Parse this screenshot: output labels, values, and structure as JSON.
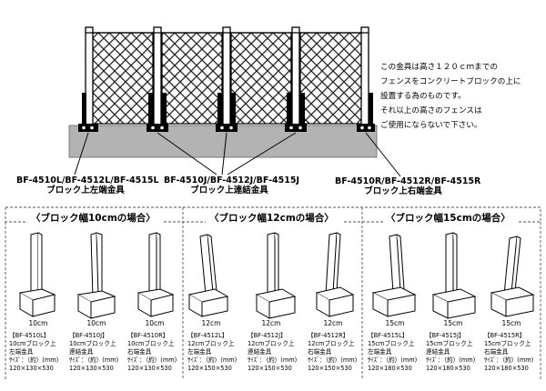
{
  "note_lines": [
    "この金具は高さ１２０ｃｍまでの",
    "フェンスをコンクリートブロックの上に",
    "設置する為のものです。",
    "それ以上の高さのフェンスは",
    "ご使用にならないで下さい。"
  ],
  "fence_labels": {
    "left": {
      "line1": "BF-4510L/BF-4512L/BF-4515L",
      "line2": "ブロック上左端金具"
    },
    "center": {
      "line1": "BF-4510J/BF-4512J/BF-4515J",
      "line2": "ブロック上連結金具"
    },
    "right": {
      "line1": "BF-4510R/BF-4512R/BF-4515R",
      "line2": "ブロック上右端金具"
    }
  },
  "sections": [
    {
      "title": "〈ブロック幅10cmの場合〉",
      "items": [
        {
          "width": "10cm",
          "code": "【BF-4510L】",
          "name1": "10cmブロック上",
          "name2": "左端金具",
          "size_label": "ｻｲｽﾞ：（約）(mm)",
          "size": "120×130×530"
        },
        {
          "width": "10cm",
          "code": "【BF-4510J】",
          "name1": "10cmブロック上",
          "name2": "連結金具",
          "size_label": "ｻｲｽﾞ：（約）(mm)",
          "size": "120×130×530"
        },
        {
          "width": "10cm",
          "code": "【BF-4510R】",
          "name1": "10cmブロック上",
          "name2": "右端金具",
          "size_label": "ｻｲｽﾞ：（約）(mm)",
          "size": "120×130×530"
        }
      ]
    },
    {
      "title": "〈ブロック幅12cmの場合〉",
      "items": [
        {
          "width": "12cm",
          "code": "【BF-4512L】",
          "name1": "12cmブロック上",
          "name2": "左端金具",
          "size_label": "ｻｲｽﾞ：（約）(mm)",
          "size": "120×150×530"
        },
        {
          "width": "12cm",
          "code": "【BF-4512J】",
          "name1": "12cmブロック上",
          "name2": "連結金具",
          "size_label": "ｻｲｽﾞ：（約）(mm)",
          "size": "120×150×530"
        },
        {
          "width": "12cm",
          "code": "【BF-4512R】",
          "name1": "12cmブロック上",
          "name2": "右端金具",
          "size_label": "ｻｲｽﾞ：（約）(mm)",
          "size": "120×150×530"
        }
      ]
    },
    {
      "title": "〈ブロック幅15cmの場合〉",
      "items": [
        {
          "width": "15cm",
          "code": "【BF-4515L】",
          "name1": "15cmブロック上",
          "name2": "左端金具",
          "size_label": "ｻｲｽﾞ：（約）(mm)",
          "size": "120×180×530"
        },
        {
          "width": "15cm",
          "code": "【BF-4515J】",
          "name1": "15cmブロック上",
          "name2": "連結金具",
          "size_label": "ｻｲｽﾞ：（約）(mm)",
          "size": "120×180×530"
        },
        {
          "width": "15cm",
          "code": "【BF-4515R】",
          "name1": "15cmブロック上",
          "name2": "右端金具",
          "size_label": "ｻｲｽﾞ：（約）(mm)",
          "size": "120×180×530"
        }
      ]
    }
  ],
  "colors": {
    "block": "#b3b3b3",
    "line": "#000000",
    "dash": "#555555"
  }
}
